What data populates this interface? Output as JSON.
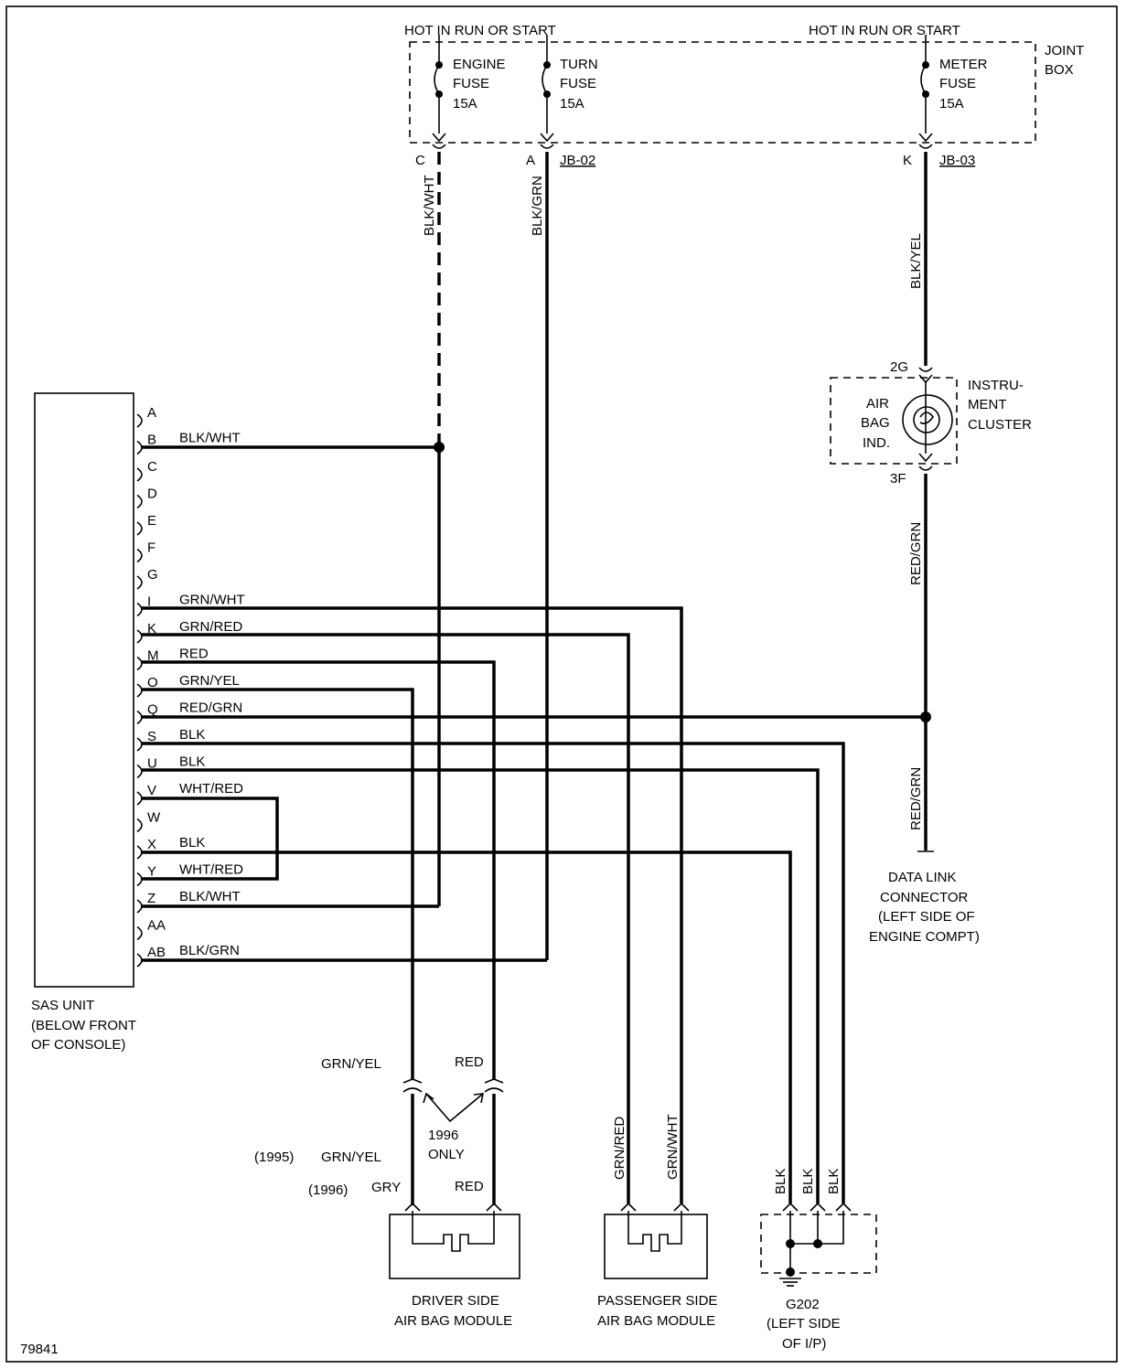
{
  "diagram_id": "79841",
  "joint_box": {
    "label_left": "HOT IN RUN OR START",
    "label_right": "HOT IN RUN OR START",
    "name": [
      "JOINT",
      "BOX"
    ],
    "fuses": [
      {
        "lines": [
          "ENGINE",
          "FUSE",
          "15A"
        ],
        "pin": "C"
      },
      {
        "lines": [
          "TURN",
          "FUSE",
          "15A"
        ],
        "pin": "A",
        "connector": "JB-02"
      },
      {
        "lines": [
          "METER",
          "FUSE",
          "15A"
        ],
        "pin": "K",
        "connector": "JB-03"
      }
    ]
  },
  "vertical_wires": {
    "engine": "BLK/WHT",
    "turn": "BLK/GRN",
    "meter": "BLK/YEL",
    "cluster_out": "RED/GRN",
    "dlc": "RED/GRN"
  },
  "cluster": {
    "pin_top": "2G",
    "pin_bottom": "3F",
    "indicator": [
      "AIR",
      "BAG",
      "IND."
    ],
    "name": [
      "INSTRU-",
      "MENT",
      "CLUSTER"
    ]
  },
  "dlc": {
    "lines": [
      "DATA LINK",
      "CONNECTOR",
      "(LEFT SIDE OF",
      "ENGINE COMPT)"
    ]
  },
  "sas_unit": {
    "lines": [
      "SAS UNIT",
      "(BELOW FRONT",
      "OF CONSOLE)"
    ],
    "pins": [
      {
        "pin": "A",
        "wire": ""
      },
      {
        "pin": "B",
        "wire": "BLK/WHT"
      },
      {
        "pin": "C",
        "wire": ""
      },
      {
        "pin": "D",
        "wire": ""
      },
      {
        "pin": "E",
        "wire": ""
      },
      {
        "pin": "F",
        "wire": ""
      },
      {
        "pin": "G",
        "wire": ""
      },
      {
        "pin": "I",
        "wire": "GRN/WHT"
      },
      {
        "pin": "K",
        "wire": "GRN/RED"
      },
      {
        "pin": "M",
        "wire": "RED"
      },
      {
        "pin": "O",
        "wire": "GRN/YEL"
      },
      {
        "pin": "Q",
        "wire": "RED/GRN"
      },
      {
        "pin": "S",
        "wire": "BLK"
      },
      {
        "pin": "U",
        "wire": "BLK"
      },
      {
        "pin": "V",
        "wire": "WHT/RED"
      },
      {
        "pin": "W",
        "wire": ""
      },
      {
        "pin": "X",
        "wire": "BLK"
      },
      {
        "pin": "Y",
        "wire": "WHT/RED"
      },
      {
        "pin": "Z",
        "wire": "BLK/WHT"
      },
      {
        "pin": "AA",
        "wire": ""
      },
      {
        "pin": "AB",
        "wire": "BLK/GRN"
      }
    ]
  },
  "driver_module": {
    "lines": [
      "DRIVER SIDE",
      "AIR BAG MODULE"
    ],
    "upper_left": "GRN/YEL",
    "upper_right": "RED",
    "note": [
      "1996",
      "ONLY"
    ],
    "yr1995": "(1995)",
    "wire1995": "GRN/YEL",
    "yr1996": "(1996)",
    "wire1996": "GRY",
    "lower_right": "RED"
  },
  "passenger_module": {
    "lines": [
      "PASSENGER SIDE",
      "AIR BAG MODULE"
    ],
    "wire_left": "GRN/RED",
    "wire_right": "GRN/WHT"
  },
  "ground": {
    "wires": [
      "BLK",
      "BLK",
      "BLK"
    ],
    "lines": [
      "G202",
      "(LEFT SIDE",
      "OF I/P)"
    ]
  }
}
